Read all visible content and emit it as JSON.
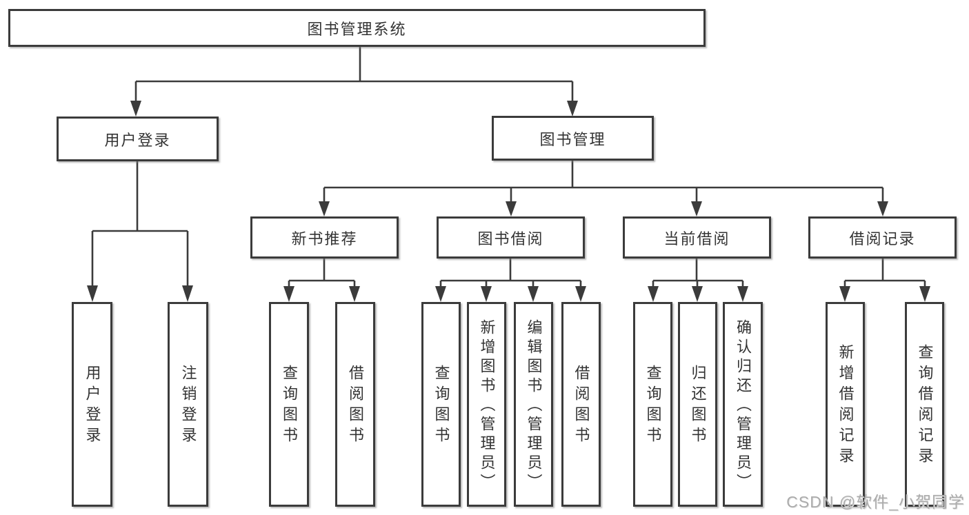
{
  "diagram": {
    "title": "图书管理系统",
    "root": {
      "label": "图书管理系统"
    },
    "level2": [
      {
        "label": "用户登录"
      },
      {
        "label": "图书管理"
      }
    ],
    "level3": [
      {
        "label": "新书推荐"
      },
      {
        "label": "图书借阅"
      },
      {
        "label": "当前借阅"
      },
      {
        "label": "借阅记录"
      }
    ],
    "leaves": {
      "user_login": [
        "用户登录",
        "注销登录"
      ],
      "new_books": [
        "查询图书",
        "借阅图书"
      ],
      "book_borrow": [
        "查询图书",
        "新增图书（管理员）",
        "编辑图书（管理员）",
        "借阅图书"
      ],
      "current_borrow": [
        "查询图书",
        "归还图书",
        "确认归还（管理员）"
      ],
      "borrow_records": [
        "新增借阅记录",
        "查询借阅记录"
      ]
    }
  },
  "watermark": {
    "text": "CSDN @软件_小贺同学"
  },
  "colors": {
    "line": "#3b3b3b",
    "box_border": "#3b3b3b",
    "text": "#333333",
    "watermark": "#ababab",
    "background": "#ffffff"
  }
}
